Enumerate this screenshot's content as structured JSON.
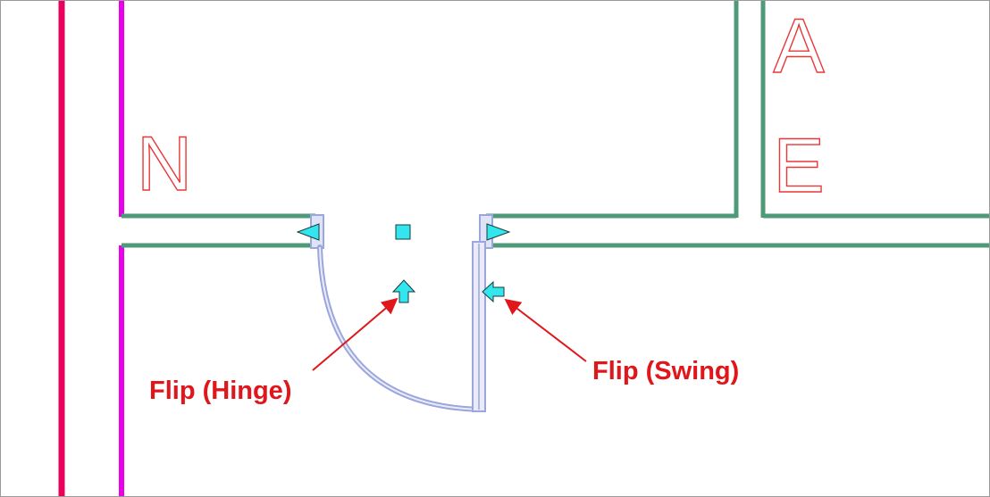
{
  "drawing": {
    "room_tags": [
      "N",
      "A",
      "E"
    ],
    "colors": {
      "wall": "#4f9a78",
      "magenta_line": "#e800e8",
      "red_line": "#e8005a",
      "grip": "#33e6ee",
      "door_selection": "#9aa6dc",
      "annotation": "#e0161b",
      "tag_text": "#e8383a"
    },
    "grips": [
      {
        "name": "door-center-grip",
        "shape": "square"
      },
      {
        "name": "flip-hinge-grip",
        "shape": "arrow-up"
      },
      {
        "name": "flip-swing-grip",
        "shape": "arrow-left"
      },
      {
        "name": "width-left-grip",
        "shape": "triangle-left"
      },
      {
        "name": "width-right-grip",
        "shape": "triangle-right"
      }
    ]
  },
  "annotations": {
    "flip_hinge": "Flip (Hinge)",
    "flip_swing": "Flip (Swing)"
  }
}
